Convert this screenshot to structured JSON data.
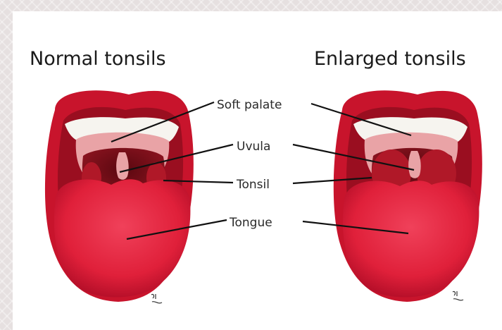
{
  "titles": {
    "normal": "Normal tonsils",
    "enlarged": "Enlarged tonsils"
  },
  "labels": {
    "soft_palate": "Soft palate",
    "uvula": "Uvula",
    "tonsil": "Tonsil",
    "tongue": "Tongue"
  },
  "colors": {
    "lips": "#c8142c",
    "lips_dark": "#9a0e20",
    "throat": "#7a0f1a",
    "palate": "#e9a3a6",
    "tonsil": "#b01828",
    "tongue": "#e4283c",
    "teeth": "#f6f4ef"
  }
}
